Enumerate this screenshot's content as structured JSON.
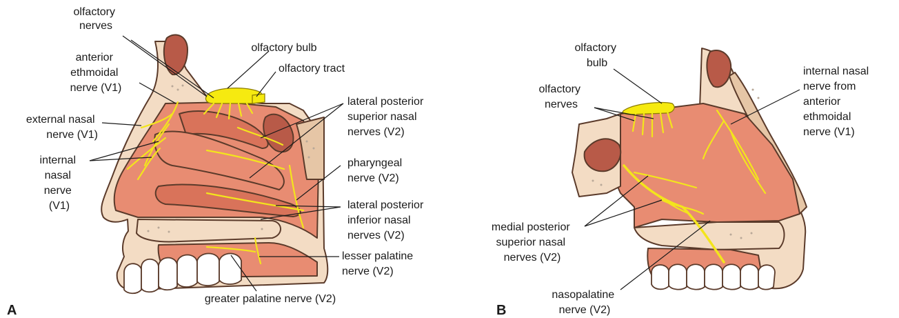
{
  "panel_a": {
    "letter": "A",
    "labels": {
      "olfactory_nerves": [
        "olfactory",
        "nerves"
      ],
      "olfactory_bulb": "olfactory bulb",
      "olfactory_tract": "olfactory tract",
      "anterior_ethmoidal_nerve": [
        "anterior",
        "ethmoidal",
        "nerve (V1)"
      ],
      "external_nasal_nerve": [
        "external nasal",
        "nerve (V1)"
      ],
      "internal_nasal_nerve": [
        "internal",
        "nasal",
        "nerve",
        "(V1)"
      ],
      "lateral_posterior_superior_nasal_nerves": [
        "lateral posterior",
        "superior nasal",
        "nerves (V2)"
      ],
      "pharyngeal_nerve": [
        "pharyngeal",
        "nerve (V2)"
      ],
      "lateral_posterior_inferior_nasal_nerves": [
        "lateral posterior",
        "inferior nasal",
        "nerves (V2)"
      ],
      "lesser_palatine_nerve": [
        "lesser palatine",
        "nerve (V2)"
      ],
      "greater_palatine_nerve": "greater palatine nerve (V2)"
    }
  },
  "panel_b": {
    "letter": "B",
    "labels": {
      "olfactory_bulb": [
        "olfactory",
        "bulb"
      ],
      "olfactory_nerves": [
        "olfactory",
        "nerves"
      ],
      "internal_nasal_nerve": [
        "internal nasal",
        "nerve from",
        "anterior",
        "ethmoidal",
        "nerve (V1)"
      ],
      "medial_posterior_superior_nasal_nerves": [
        "medial posterior",
        "superior nasal",
        "nerves (V2)"
      ],
      "nasopalatine_nerve": [
        "nasopalatine",
        "nerve (V2)"
      ]
    }
  }
}
